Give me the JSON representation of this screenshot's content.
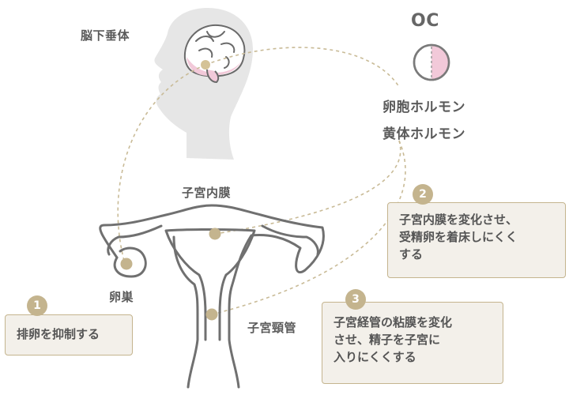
{
  "labels": {
    "pituitary": "脳下垂体",
    "oc": "OC",
    "hormones": [
      "卵胞ホルモン",
      "黄体ホルモン"
    ],
    "endometrium": "子宮内膜",
    "ovary": "卵巣",
    "cervix": "子宮頸管"
  },
  "effects": [
    {
      "number": "1",
      "lines": [
        "排卵を抑制する"
      ]
    },
    {
      "number": "2",
      "lines": [
        "子宮内膜を変化させ、",
        "受精卵を着床しにくく",
        "する"
      ]
    },
    {
      "number": "3",
      "lines": [
        "子宮経管の粘膜を変化",
        "させ、精子を子宮に",
        "入りにくくする"
      ]
    }
  ],
  "colors": {
    "accent": "#c4b48e",
    "head": "#e6e6e6",
    "pituitary_pink": "#f2c9d9",
    "outline": "#707070"
  }
}
